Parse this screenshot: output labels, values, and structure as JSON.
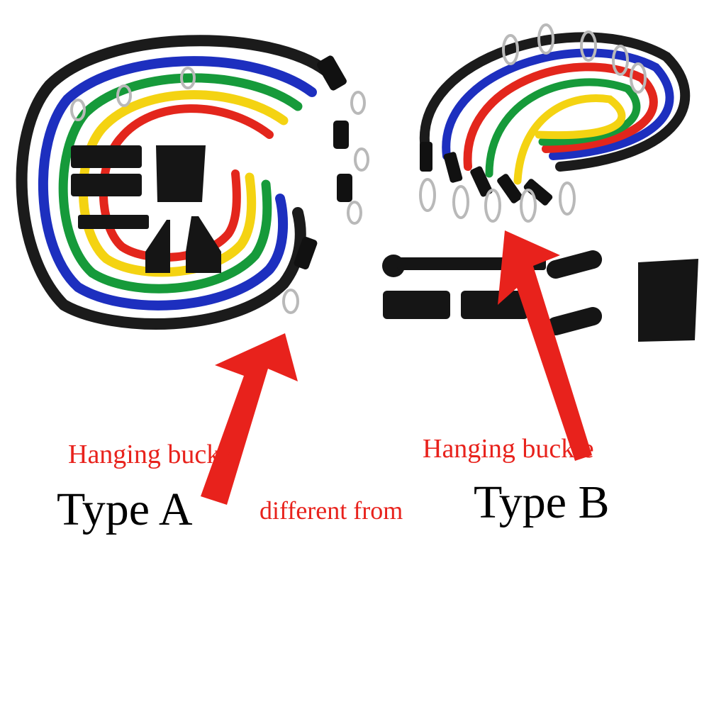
{
  "labels": {
    "buckle_a": "Hanging buckle",
    "buckle_b": "Hanging buckle",
    "type_a": "Type A",
    "type_b": "Type B",
    "different": "different from"
  },
  "colors": {
    "accent_red": "#e8221c",
    "band_black": "#1b1b1b",
    "band_blue": "#1d2fbf",
    "band_green": "#169a3a",
    "band_yellow": "#f4d312",
    "band_red": "#e3261c",
    "metal": "#b9b9b9"
  },
  "icons": {
    "arrow_a": "red-arrow-up-icon",
    "arrow_b": "red-arrow-up-icon",
    "hook_a": "swivel-snap-hook-icon",
    "hook_b": "carabiner-icon"
  }
}
